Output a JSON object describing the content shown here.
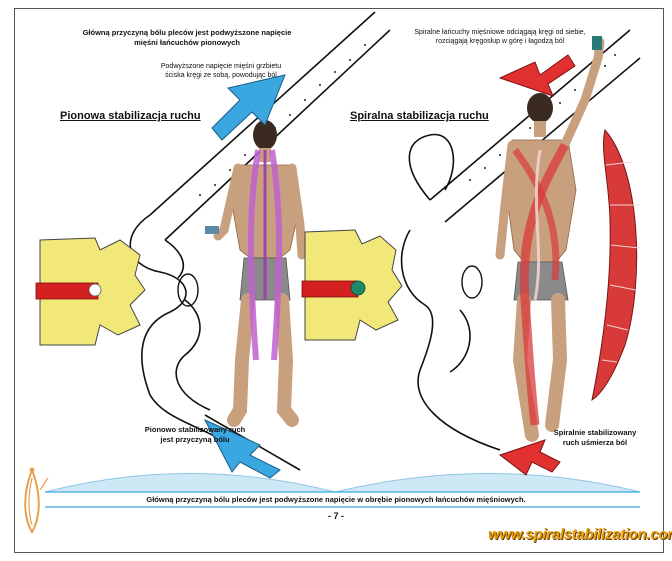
{
  "header": {
    "title_line1": "Główną przyczyną bólu pleców jest podwyższone napięcie",
    "title_line2": "mięśni łańcuchów pionowych"
  },
  "left_panel": {
    "note_line1": "Podwyższone napięcie mięśni grzbietu",
    "note_line2": "ściska kręgi ze sobą, powodując ból",
    "section_title": "Pionowa stabilizacja ruchu",
    "caption_line1": "Pionowo stabilizowany ruch",
    "caption_line2": "jest przyczyną bólu"
  },
  "right_panel": {
    "note_line1": "Spiralne łańcuchy mięśniowe odciągają kręgi od siebie,",
    "note_line2": "rozciągają kręgosłup w górę i łagodzą ból",
    "section_title": "Spiralna stabilizacja ruchu",
    "caption_line1": "Spiralnie stabilizowany",
    "caption_line2": "ruch uśmierza ból"
  },
  "footer": {
    "summary": "Główną przyczyną bólu pleców jest podwyższone napięcie w obrębie pionowych łańcuchów mięśniowych.",
    "page_number": "- 7 -",
    "website": "www.spiralstabilization.com"
  },
  "colors": {
    "bone": "#f2e87a",
    "disc": "#d42020",
    "muscle_vertical": "#c060d0",
    "muscle_spiral": "#d83a3a",
    "arrow_blue": "#3aa7e0",
    "arrow_red": "#e03030",
    "ground": "#cfe8f5",
    "skin": "#c9a07e"
  }
}
